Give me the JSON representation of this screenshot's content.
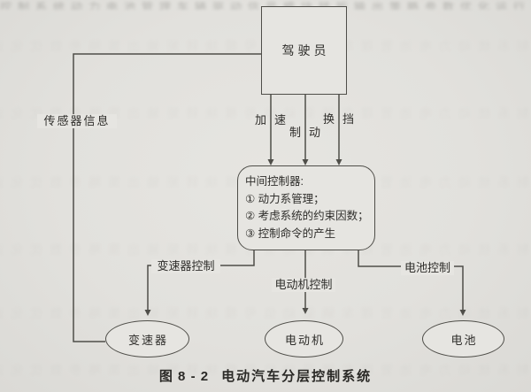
{
  "figure": {
    "caption": {
      "label": "图 8 - 2",
      "title": "电动汽车分层控制系统"
    }
  },
  "diagram": {
    "driver": {
      "label": "驾驶员"
    },
    "controller": {
      "title": "中间控制器:",
      "items": [
        "① 动力系管理；",
        "② 考虑系统的约束因数；",
        "③ 控制命令的产生"
      ]
    },
    "components": {
      "transmission": "变速器",
      "motor": "电动机",
      "battery": "电池"
    },
    "edge_labels": {
      "sensor_info": "传感器信息",
      "accelerate": "加速",
      "brake": "制动",
      "shift": "换挡",
      "transmission_control": "变速器控制",
      "motor_control": "电动机控制",
      "battery_control": "电池控制"
    }
  },
  "colors": {
    "paper": "#e2e1dd",
    "paper_light": "#e6e5e1",
    "ink": "#4f4e49",
    "text": "#2f2e2b"
  },
  "scan": {
    "noise_glyphs": "控制系统动力电池管理车辆驱动信号模块转矩输出策略参数优化运行状态监测反馈调节功率变换器件电机效率特性能量回收制动换挡加速整车分层结构设计"
  }
}
